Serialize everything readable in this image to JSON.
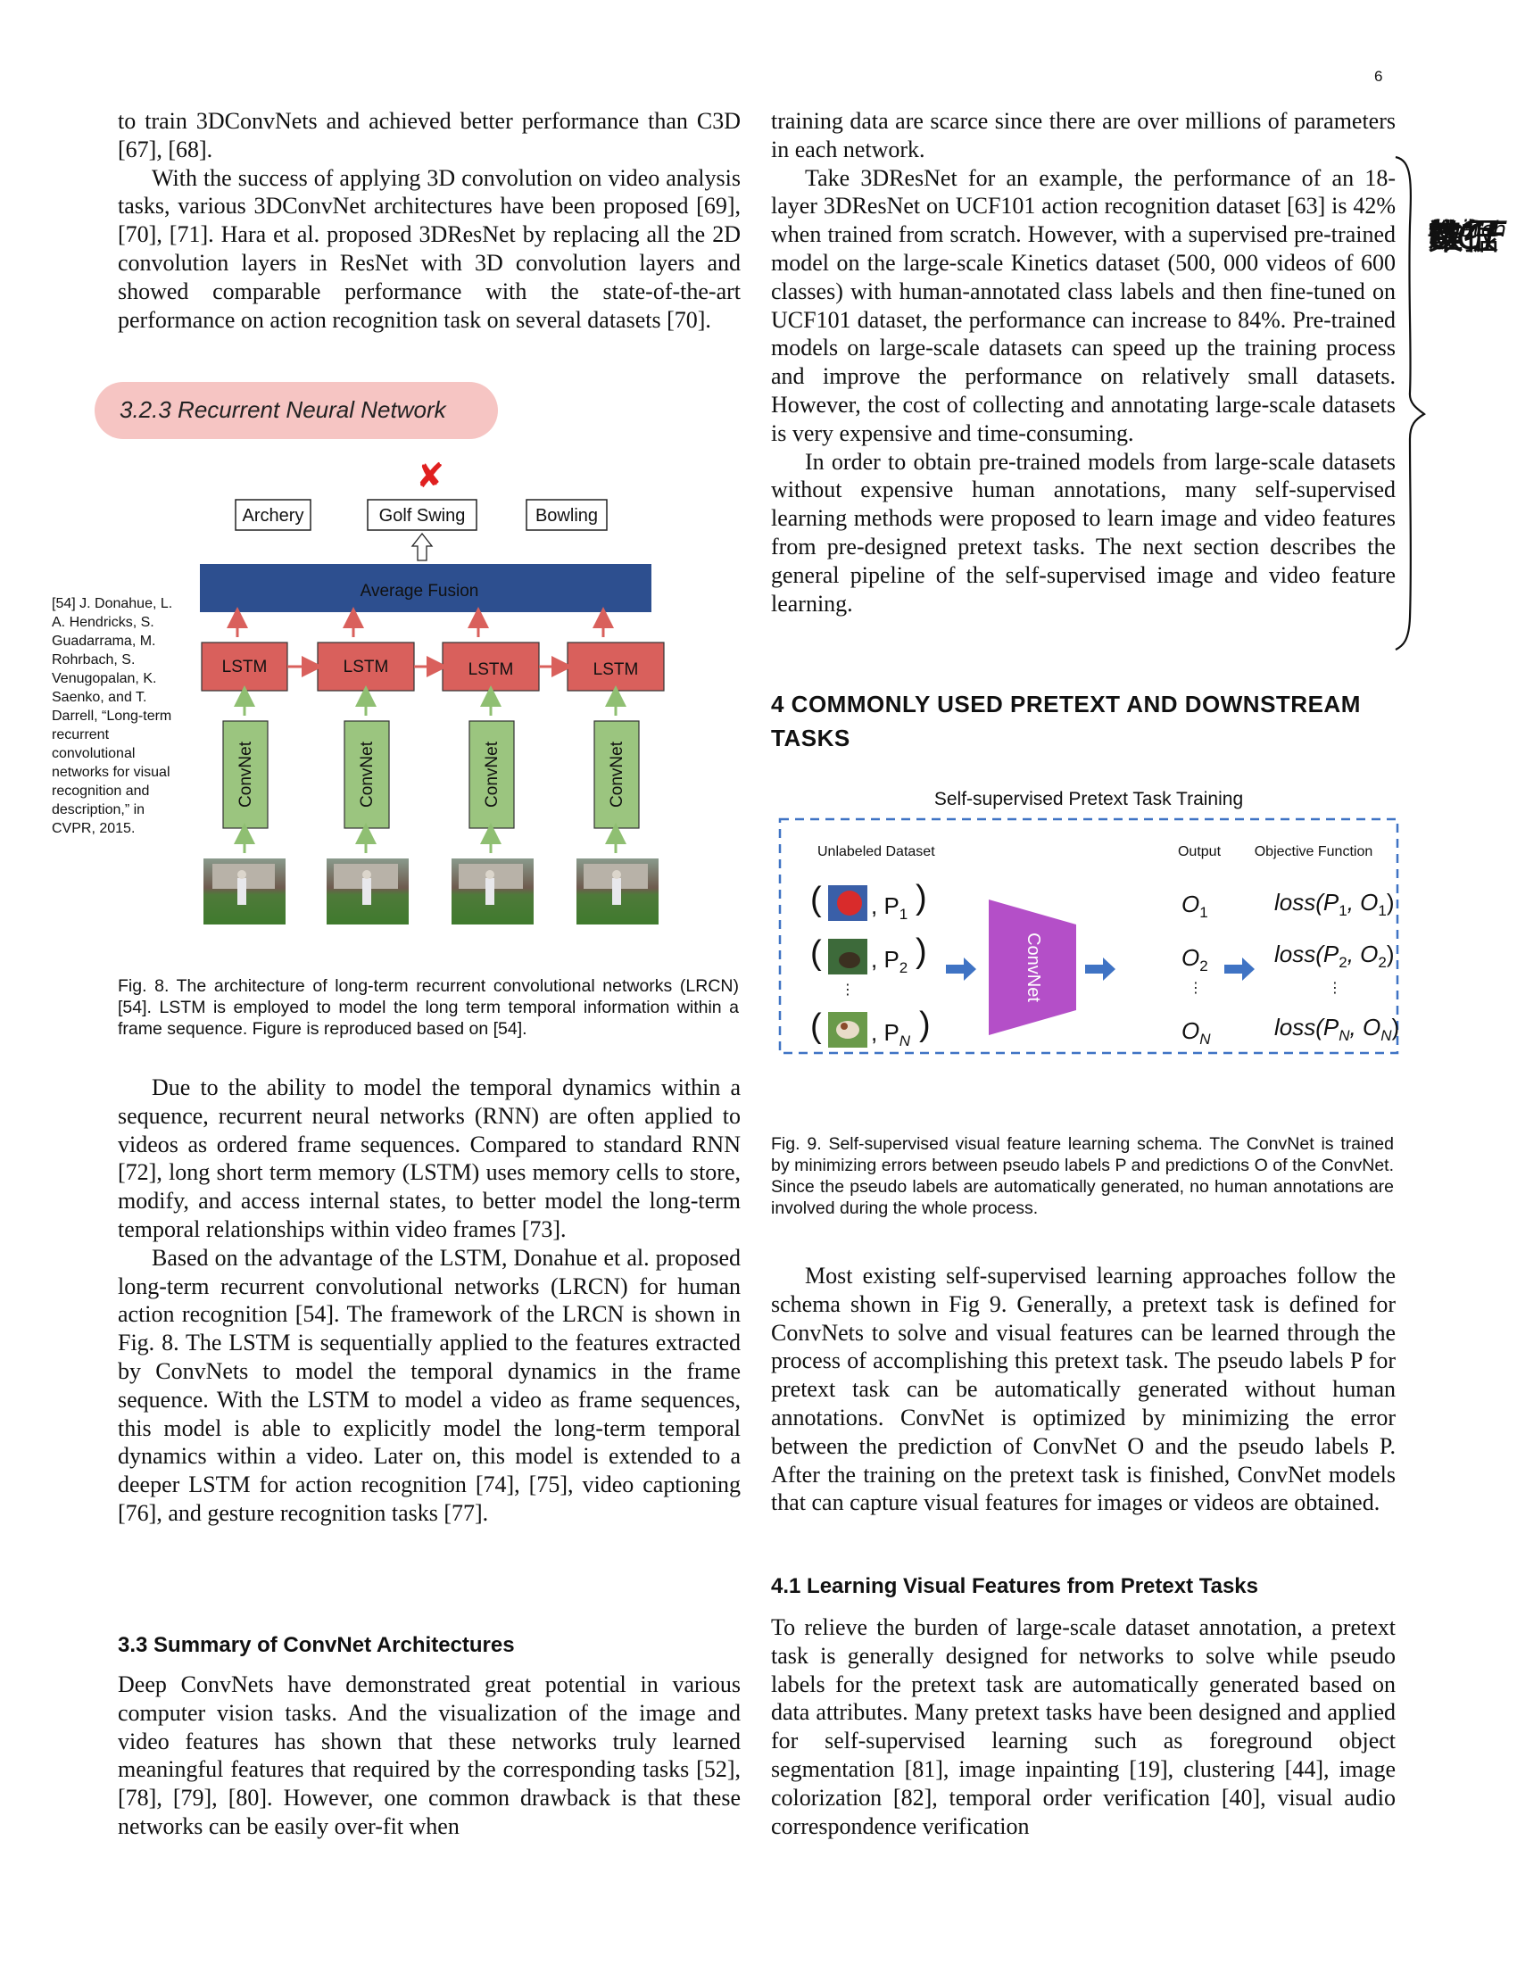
{
  "page_number": "6",
  "left_column": {
    "para_top_1": "to train 3DConvNets and achieved better performance than C3D [67], [68].",
    "para_top_2": "With the success of applying 3D convolution on video analysis tasks, various 3DConvNet architectures have been proposed [69], [70], [71]. Hara et al. proposed 3DResNet by replacing all the 2D convolution layers in ResNet with 3D convolution layers and showed comparable performance with the state-of-the-art performance on action recognition task on several datasets [70].",
    "subsection_323": "3.2.3   Recurrent Neural Network",
    "side_note": "[54] J. Donahue, L. A. Hendricks, S. Guadarrama, M. Rohrbach, S. Venugopalan, K. Saenko, and T. Darrell, “Long-term recurrent convolutional networks for visual recognition and description,” in CVPR, 2015.",
    "fig8_caption": "Fig. 8. The architecture of long-term recurrent convolutional networks (LRCN) [54]. LSTM is employed to model the long term temporal information within a frame sequence. Figure is reproduced based on [54].",
    "para_rnn_1": "Due to the ability to model the temporal dynamics within a sequence, recurrent neural networks (RNN) are often applied to videos as ordered frame sequences. Compared to standard RNN [72], long short term memory (LSTM) uses memory cells to store, modify, and access internal states, to better model the long-term temporal relationships within video frames [73].",
    "para_rnn_2": "Based on the advantage of the LSTM, Donahue et al. proposed long-term recurrent convolutional networks (LRCN) for human action recognition [54]. The framework of the LRCN is shown in Fig. 8. The LSTM is sequentially applied to the features extracted by ConvNets to model the temporal dynamics in the frame sequence. With the LSTM to model a video as frame sequences, this model is able to explicitly model the long-term temporal dynamics within a video. Later on, this model is extended to a deeper LSTM for action recognition [74], [75], video captioning [76], and gesture recognition tasks [77].",
    "subsection_33": "3.3   Summary of ConvNet Architectures",
    "para_33": "Deep ConvNets have demonstrated great potential in various computer vision tasks. And the visualization of the image and video features has shown that these networks truly learned meaningful features that required by the corresponding tasks [52], [78], [79], [80]. However, one common drawback is that these networks can be easily over-fit when"
  },
  "fig8": {
    "labels": [
      "Archery",
      "Golf Swing",
      "Bowling"
    ],
    "fusion": "Average Fusion",
    "lstm": "LSTM",
    "convnet": "ConvNet",
    "wrong_mark": "✘"
  },
  "right_column": {
    "para_top_1": "training data are scarce since there are over millions of parameters in each network.",
    "para_top_2": "Take 3DResNet for an example, the performance of an 18-layer 3DResNet on UCF101 action recognition dataset [63] is 42% when trained from scratch. However, with a supervised pre-trained model on the large-scale Kinetics dataset (500, 000 videos of 600 classes) with human-annotated class labels and then fine-tuned on UCF101 dataset, the performance can increase to 84%. Pre-trained models on large-scale datasets can speed up the training process and improve the performance on relatively small datasets. However, the cost of collecting and annotating large-scale datasets is very expensive and time-consuming.",
    "para_top_3": "In order to obtain pre-trained models from large-scale datasets without expensive human annotations, many self-supervised learning methods were proposed to learn image and video features from pre-designed pretext tasks. The next section describes the general pipeline of the self-supervised image and video feature learning.",
    "section_4_line1": "4   COMMONLY USED PRETEXT AND DOWNSTREAM",
    "section_4_line2": "TASKS",
    "fig9_caption": "Fig. 9. Self-supervised visual feature learning schema. The ConvNet is trained by minimizing errors between pseudo labels P and predictions O of the ConvNet. Since the pseudo labels are automatically generated, no human annotations are involved during the whole process.",
    "para_mid": "Most existing self-supervised learning approaches follow the schema shown in Fig 9. Generally, a pretext task is defined for ConvNets to solve and visual features can be learned through the process of accomplishing this pretext task. The pseudo labels P for pretext task can be automatically generated without human annotations. ConvNet is optimized by minimizing the error between the prediction of ConvNet O and the pseudo labels P. After the training on the pretext task is finished, ConvNet models that can capture visual features for images or videos are obtained.",
    "subsection_41": "4.1   Learning Visual Features from Pretext Tasks",
    "para_41": "To relieve the burden of large-scale dataset annotation, a pretext task is generally designed for networks to solve while pseudo labels for the pretext task are automatically generated based on data attributes. Many pretext tasks have been designed and applied for self-supervised learning such as foreground object segmentation [81], image inpainting [19], clustering [44], image colorization [82], temporal order verification [40], visual audio correspondence verification"
  },
  "fig9": {
    "title": "Self-supervised Pretext Task Training",
    "col_dataset": "Unlabeled Dataset",
    "col_output": "Output",
    "col_objective": "Objective Function",
    "convnet": "ConvNet",
    "rows": [
      {
        "pseudo": "P",
        "sub": "1",
        "out": "O",
        "out_sub": "1",
        "loss": "loss(P",
        "loss_sub": "1",
        "loss_mid": ", O",
        "loss_sub2": "1",
        "loss_end": ")"
      },
      {
        "pseudo": "P",
        "sub": "2",
        "out": "O",
        "out_sub": "2",
        "loss": "loss(P",
        "loss_sub": "2",
        "loss_mid": ", O",
        "loss_sub2": "2",
        "loss_end": ")"
      },
      {
        "pseudo": "P",
        "sub": "N",
        "out": "O",
        "out_sub": "N",
        "loss": "loss(P",
        "loss_sub": "N",
        "loss_mid": ", O",
        "loss_sub2": "N",
        "loss_end": ")"
      }
    ],
    "ellipsis": "⋮"
  },
  "handwriting": {
    "lines": [
      "UCF",
      "数据",
      "集很",
      "难",
      "train-",
      "from-",
      "scratch"
    ]
  },
  "colors": {
    "fusion_blue": "#2d4f8f",
    "lstm_red": "#d9605c",
    "convnet_green": "#9bc57f",
    "arrow_red": "#d9605c",
    "arrow_green": "#8fbf72",
    "pill_pink": "#f6c5c3",
    "convnet_purple": "#b44fc8",
    "arrow_blue": "#3f73c4",
    "dashed_blue": "#3f73c4",
    "wrong_red": "#e02020"
  }
}
